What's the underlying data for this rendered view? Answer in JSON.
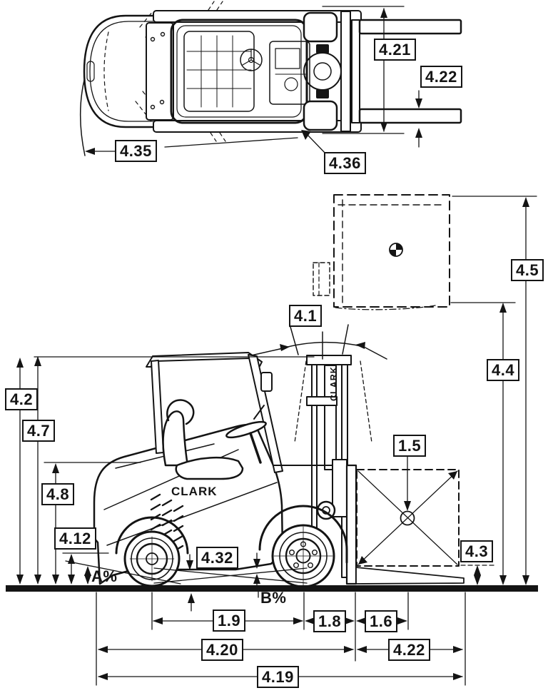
{
  "brand": "CLARK",
  "colors": {
    "ink": "#141414",
    "background": "#ffffff"
  },
  "top_view": {
    "overall_width": "4.21",
    "fork_width": "4.22",
    "turning_radius": "4.35",
    "rear_swing": "4.36"
  },
  "side_view": {
    "mast_tilt": "4.1",
    "extended_mast_height": "4.5",
    "lift_height": "4.4",
    "mast_lowered_height": "4.2",
    "overhead_guard_height": "4.7",
    "seat_height": "4.8",
    "coupling_height": "4.12",
    "load_center": "1.5",
    "fork_height_lowered": "4.3",
    "ground_clearance_center": "4.32",
    "gradeability_rear": "A%",
    "gradeability_front": "B%"
  },
  "length_dims": {
    "wheelbase": "1.9",
    "axle_to_fork_face": "1.8",
    "load_distance": "1.6",
    "length_to_fork_face": "4.20",
    "fork_length": "4.22",
    "overall_length": "4.19"
  }
}
